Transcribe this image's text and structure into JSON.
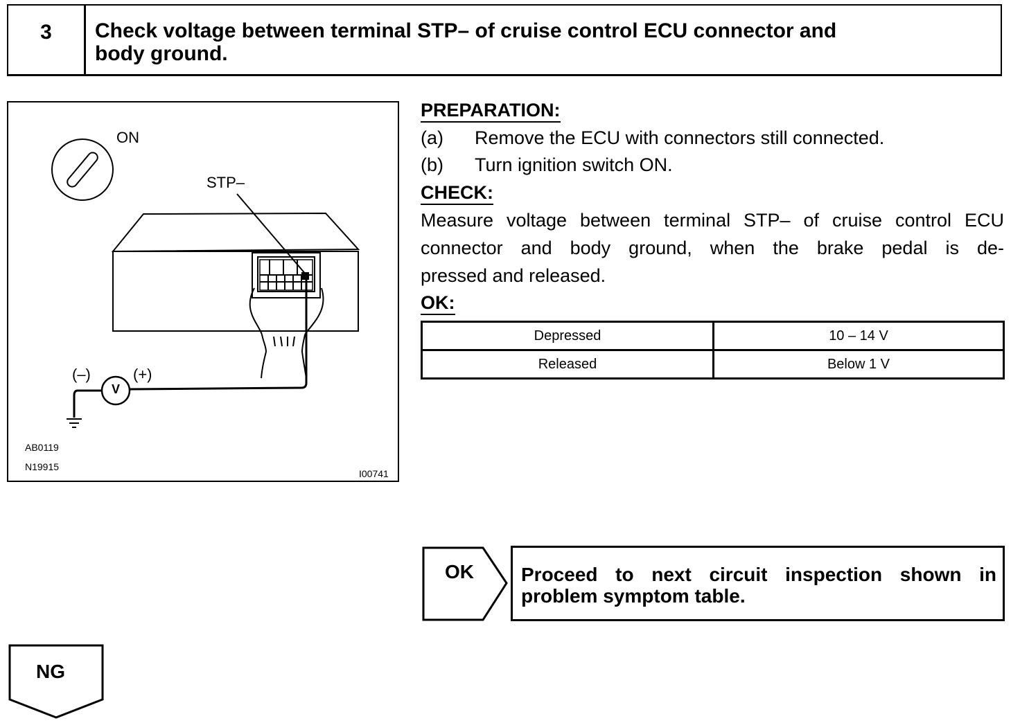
{
  "step": {
    "number": "3",
    "title_line1": "Check voltage between terminal STP–  of cruise control ECU connector and",
    "title_line2": "body ground."
  },
  "figure": {
    "on_label": "ON",
    "terminal_label": "STP–",
    "minus_label": "(–)",
    "plus_label": "(+)",
    "meter_label": "V",
    "code_1": "AB0119",
    "code_2": "N19915",
    "code_3": "I00741"
  },
  "preparation": {
    "heading": "PREPARATION:",
    "items": [
      {
        "marker": "(a)",
        "text": "Remove the ECU with connectors still connected."
      },
      {
        "marker": "(b)",
        "text": "Turn ignition switch ON."
      }
    ]
  },
  "check": {
    "heading": "CHECK:",
    "line1": "Measure voltage between terminal STP– of cruise control ECU",
    "line2": "connector and body ground, when the brake pedal is de-",
    "line3": "pressed and released."
  },
  "ok_spec": {
    "heading": "OK:",
    "rows": [
      {
        "condition": "Depressed",
        "value": "10 – 14 V"
      },
      {
        "condition": "Released",
        "value": "Below 1 V"
      }
    ]
  },
  "result_ok": {
    "label": "OK",
    "text_line1": "Proceed to next circuit inspection shown in",
    "text_line2": "problem symptom table."
  },
  "result_ng": {
    "label": "NG"
  }
}
